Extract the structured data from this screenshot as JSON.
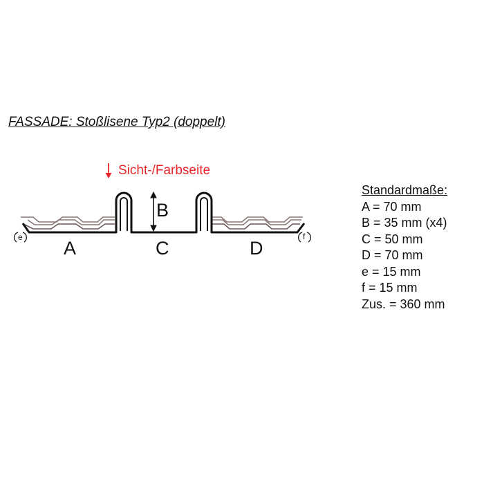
{
  "title": "FASSADE: Stoßlisene Typ2 (doppelt)",
  "visible_side_label": "Sicht-/Farbseite",
  "profile_labels": {
    "A": "A",
    "B": "B",
    "C": "C",
    "D": "D",
    "e": "e",
    "f": "f"
  },
  "dimensions": {
    "heading": "Standardmaße:",
    "lines": [
      "A = 70 mm",
      "B = 35 mm (x4)",
      "C = 50 mm",
      "D = 70 mm",
      "e = 15 mm",
      "f = 15 mm",
      "Zus. = 360 mm"
    ]
  },
  "colors": {
    "profile_stroke": "#111111",
    "panel_stroke": "#8a7676",
    "accent_red": "#e8262a"
  }
}
